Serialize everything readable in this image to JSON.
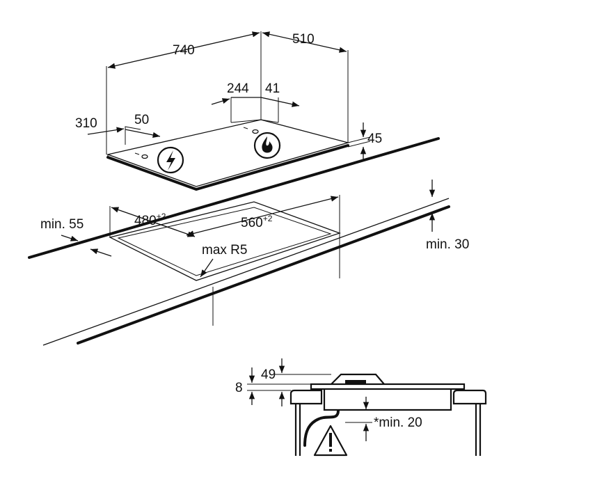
{
  "dimensions": {
    "width": "740",
    "depth": "510",
    "dist_244": "244",
    "dist_41": "41",
    "dist_310": "310",
    "dist_50": "50",
    "height_45": "45",
    "cutout_depth": "480",
    "cutout_depth_tol": "+2",
    "cutout_width": "560",
    "cutout_width_tol": "+2",
    "min_55": "min. 55",
    "max_r5": "max R5",
    "min_30": "min. 30",
    "dist_49": "49",
    "dist_8": "8",
    "min_20": "*min. 20"
  },
  "icons": {
    "electric": "lightning-icon",
    "gas": "flame-icon",
    "warning": "warning-triangle-icon"
  }
}
